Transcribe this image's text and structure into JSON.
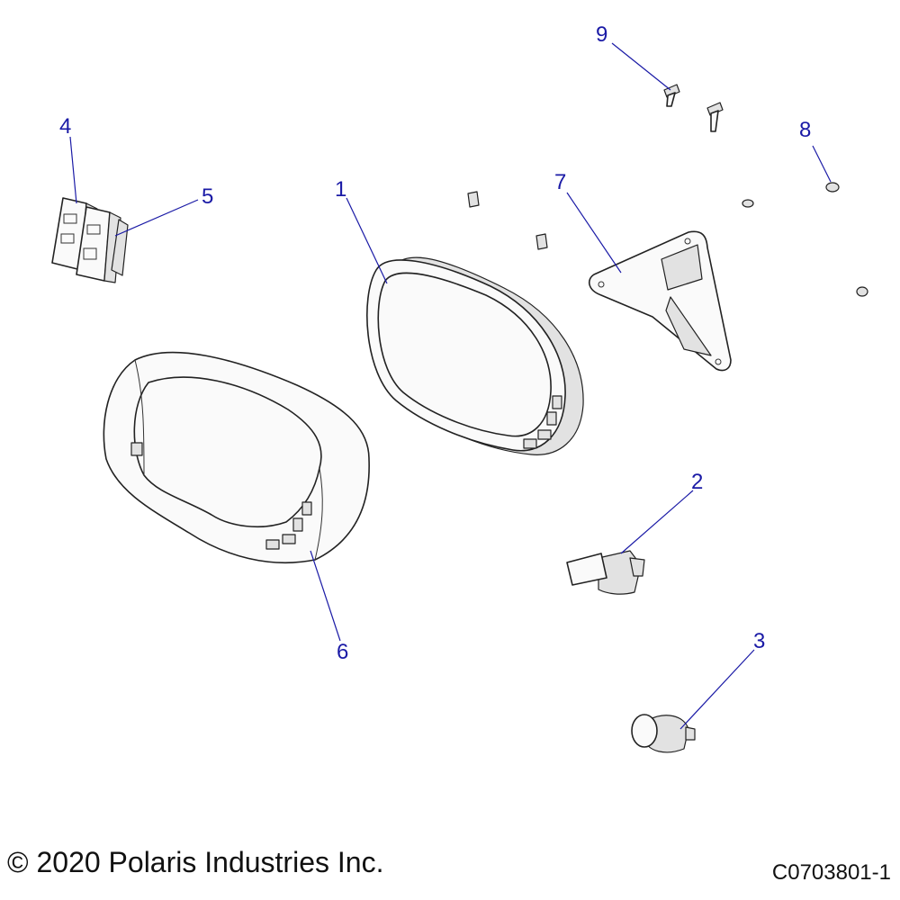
{
  "callouts": [
    {
      "id": "1",
      "label": "1"
    },
    {
      "id": "2",
      "label": "2"
    },
    {
      "id": "3",
      "label": "3"
    },
    {
      "id": "4",
      "label": "4"
    },
    {
      "id": "5",
      "label": "5"
    },
    {
      "id": "6",
      "label": "6"
    },
    {
      "id": "7",
      "label": "7"
    },
    {
      "id": "8",
      "label": "8"
    },
    {
      "id": "9",
      "label": "9"
    }
  ],
  "footer": {
    "copyright": "© 2020 Polaris Industries Inc.",
    "drawing_code": "C0703801-1"
  },
  "colors": {
    "callout": "#1a1aa6",
    "outline": "#222222"
  }
}
